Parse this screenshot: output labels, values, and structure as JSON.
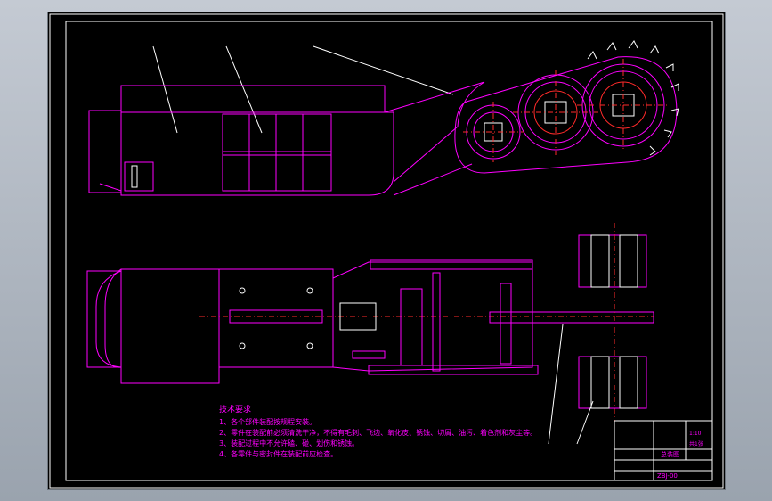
{
  "drawing": {
    "notes_title": "技术要求",
    "notes": [
      "1、各个部件装配按规程安装。",
      "2、零件在装配前必须清洗干净，不得有毛刺、飞边、氧化皮、锈蚀、切屑、油污、着色剂和灰尘等。",
      "3、装配过程中不允许磕、碰、划伤和锈蚀。",
      "4、各零件与密封件在装配前应检查。"
    ],
    "title_block": {
      "drawing_name": "总装图",
      "drawing_no": "ZBJ-00",
      "scale": "1:10",
      "sheet": "共1张"
    }
  },
  "colors": {
    "background": "#000000",
    "outline": "#ff00ff",
    "annotation": "#ffffff",
    "centerline": "#ff2a2a"
  }
}
